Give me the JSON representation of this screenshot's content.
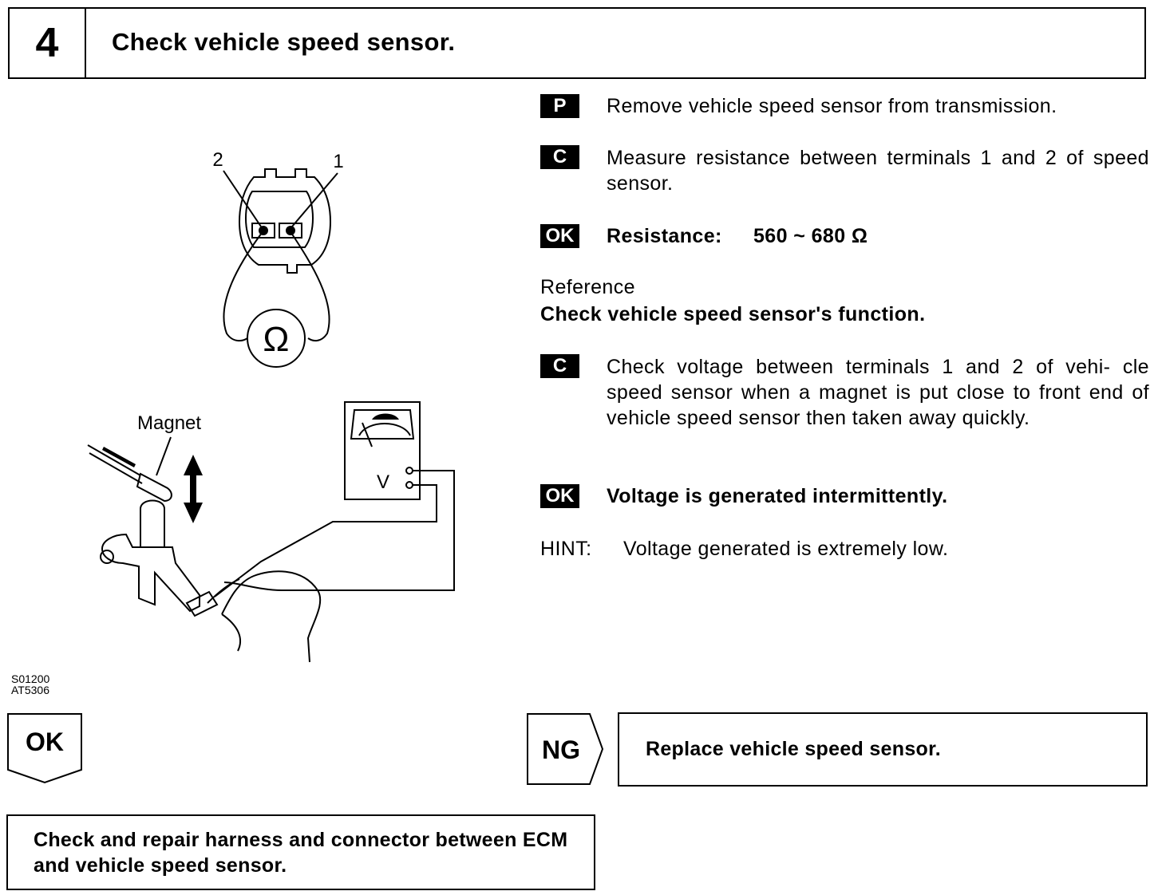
{
  "header": {
    "step_number": "4",
    "title": "Check vehicle speed sensor."
  },
  "figure": {
    "terminal_2": "2",
    "terminal_1": "1",
    "ohm_symbol": "Ω",
    "magnet_label": "Magnet",
    "voltmeter_label": "V",
    "code_1": "S01200",
    "code_2": "AT5306"
  },
  "steps": [
    {
      "badge": "P",
      "text": "Remove vehicle speed sensor from transmission."
    },
    {
      "badge": "C",
      "text": "Measure resistance between terminals 1 and 2 of speed sensor."
    },
    {
      "badge": "OK",
      "label": "Resistance:",
      "value": "560 ~ 680 Ω"
    },
    {
      "reference": "Reference",
      "reference_title": "Check vehicle speed sensor's function."
    },
    {
      "badge": "C",
      "text": "Check voltage between terminals 1 and 2 of vehi- cle speed sensor when a magnet is put close to front end of vehicle speed sensor then taken away quickly."
    },
    {
      "badge": "OK",
      "text": "Voltage is generated intermittently."
    },
    {
      "hint_label": "HINT:",
      "hint_text": "Voltage generated is extremely low."
    }
  ],
  "outcomes": {
    "ok_label": "OK",
    "ok_action": "Check and repair harness and connector between ECM and vehicle speed sensor.",
    "ng_label": "NG",
    "ng_action": "Replace vehicle speed sensor."
  }
}
